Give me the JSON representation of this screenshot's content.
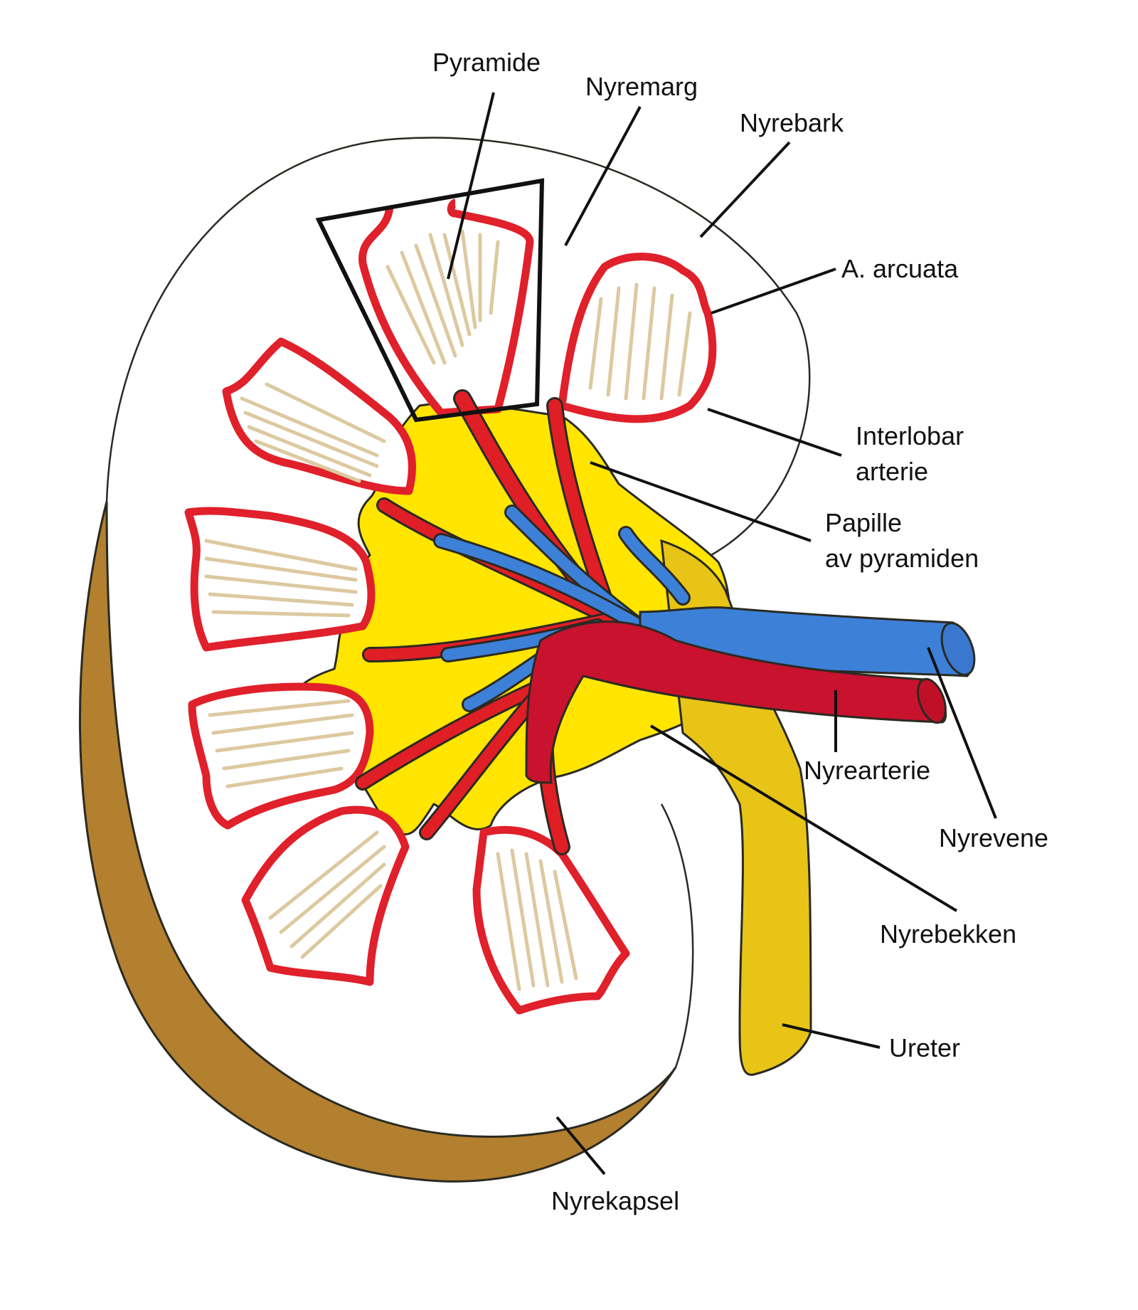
{
  "title": "Nyre (kidney) cross-section",
  "colors": {
    "cortex": "#ffffff",
    "sinus": "#ffe500",
    "ureter": "#e8c417",
    "artery": "#e01e26",
    "renal_artery": "#c8122e",
    "vein": "#3d80d8",
    "capsule": "#b3802f",
    "pyramid_stripe": "#ddc9a0",
    "outline": "#2a2a22"
  },
  "labels": {
    "pyramide": "Pyramide",
    "nyremarg": "Nyremarg",
    "nyrebark": "Nyrebark",
    "a_arcuata": "A. arcuata",
    "interlobar_1": "Interlobar",
    "interlobar_2": "arterie",
    "papille_1": "Papille",
    "papille_2": "av pyramiden",
    "nyrearterie": "Nyrearterie",
    "nyrevene": "Nyrevene",
    "nyrebekken": "Nyrebekken",
    "ureter": "Ureter",
    "nyrekapsel": "Nyrekapsel"
  }
}
